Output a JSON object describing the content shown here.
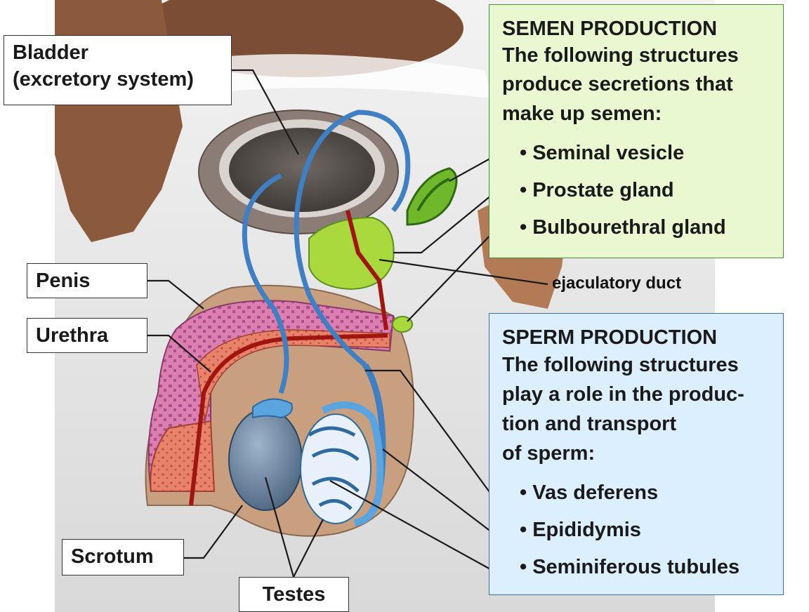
{
  "labels": {
    "bladder_line1": "Bladder",
    "bladder_line2": "(excretory system)",
    "penis": "Penis",
    "urethra": "Urethra",
    "scrotum": "Scrotum",
    "testes": "Testes",
    "ejaculatory_duct": "ejaculatory duct"
  },
  "semen_box": {
    "heading": "SEMEN PRODUCTION",
    "description": "The following structures produce secretions that make up semen:",
    "items": [
      "• Seminal vesicle",
      "• Prostate gland",
      "• Bulbourethral gland"
    ]
  },
  "sperm_box": {
    "heading": "SPERM PRODUCTION",
    "description_lines": [
      "The following structures",
      "play a role in the produc-",
      "tion and transport",
      "of sperm:"
    ],
    "items": [
      "• Vas deferens",
      "• Epididymis",
      "• Seminiferous tubules"
    ]
  },
  "colors": {
    "semen_bg": "#e9f8d0",
    "sperm_bg": "#dcefff",
    "vas_deferens": "#4a8ed0",
    "gland_green": "#9fd43a",
    "urethra_red": "#c0392b",
    "penis_pink": "#e48ab8",
    "skin": "#c8a07f"
  }
}
